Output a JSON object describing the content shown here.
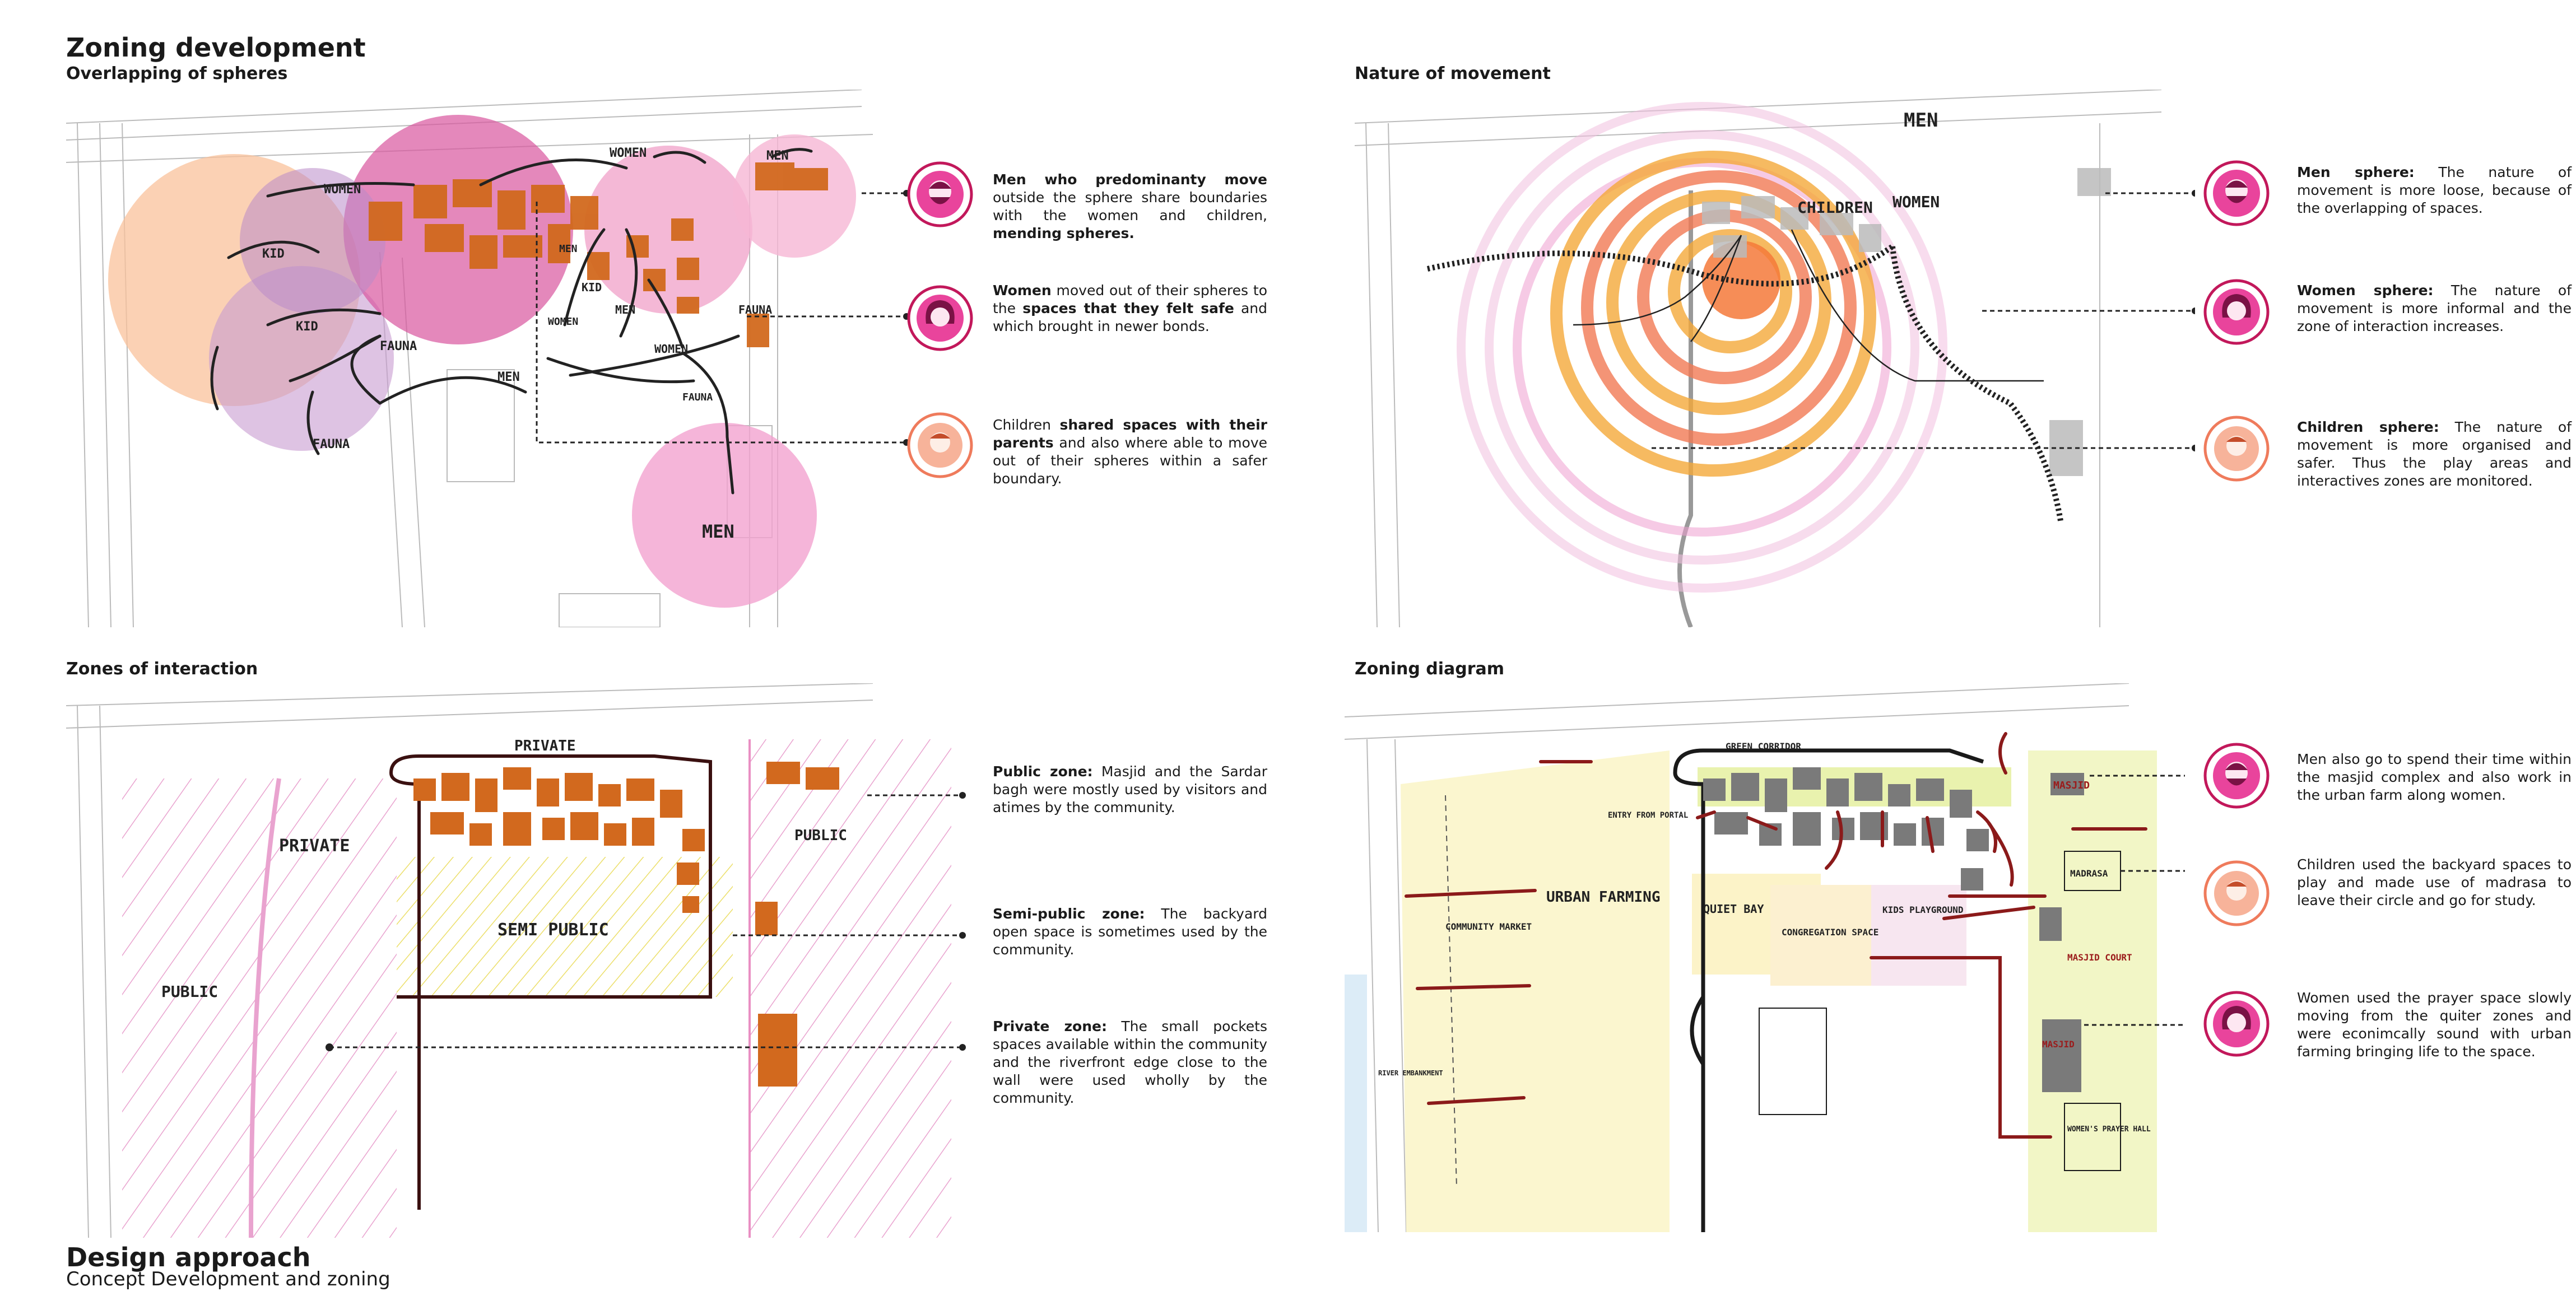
{
  "header": {
    "title": "Zoning development",
    "subtitle": "Overlapping of spheres"
  },
  "footer": {
    "title": "Design approach",
    "subtitle": "Concept Development and zoning"
  },
  "panels": {
    "overlap": {
      "labels": [
        "WOMEN",
        "WOMEN",
        "MEN",
        "KID",
        "KID",
        "FAUNA",
        "FAUNA",
        "MEN",
        "MEN",
        "KID",
        "MEN",
        "WOMEN",
        "FAUNA",
        "FAUNA",
        "MEN",
        "WOMEN"
      ],
      "notes": [
        {
          "lead": "Men who predominanty move",
          "text": " outside the sphere share boundaries with the women and children, ",
          "tail": "mending spheres."
        },
        {
          "lead": "Women",
          "text": " moved out of their spheres to the ",
          "tail": "spaces that they felt safe",
          "rest": " and which brought in newer bonds."
        },
        {
          "lead": "Children ",
          "text": "shared spaces with their parents",
          "rest": " and also where able to move out of their spheres within a safer boundary."
        }
      ]
    },
    "movement": {
      "title": "Nature of movement",
      "labels": [
        "MEN",
        "CHILDREN",
        "WOMEN"
      ],
      "notes": [
        {
          "lead": "Men sphere:",
          "text": " The nature of movement is more loose, because of the overlapping of spaces."
        },
        {
          "lead": "Women sphere:",
          "text": " The nature of movement is more informal and the zone of interaction increases."
        },
        {
          "lead": "Children sphere:",
          "text": " The nature of movement is more organised and safer. Thus the play areas and interactives zones are monitored."
        }
      ]
    },
    "interaction": {
      "title": "Zones of interaction",
      "labels": [
        "PRIVATE",
        "PRIVATE",
        "PUBLIC",
        "PUBLIC",
        "SEMI PUBLIC"
      ],
      "notes": [
        {
          "lead": "Public zone:",
          "text": " Masjid and the Sardar bagh were mostly used by visitors and atimes by the community."
        },
        {
          "lead": "Semi-public zone:",
          "text": " The backyard open space is sometimes used by the community."
        },
        {
          "lead": "Private zone:",
          "text": " The small pockets spaces available within the community and the riverfront edge close to the wall were used wholly by the community."
        }
      ]
    },
    "zoning": {
      "title": "Zoning diagram",
      "labels": [
        "GREEN CORRIDOR",
        "ENTRY FROM PORTAL",
        "URBAN FARMING",
        "COMMUNITY MARKET",
        "QUIET BAY",
        "CONGREGATION SPACE",
        "KIDS PLAYGROUND",
        "MASJID",
        "MADRASA",
        "MASJID COURT",
        "MASJID",
        "WOMEN'S PRAYER HALL",
        "RIVER EMBANKMENT"
      ],
      "notes": [
        {
          "text": "Men also go to spend their time within the masjid complex and also work in the urban farm along women."
        },
        {
          "text": "Children used the backyard spaces to play and made use of madrasa to leave their circle and go for study."
        },
        {
          "text": "Women used the prayer space slowly moving from the quiter zones and were econimcally sound with urban farming bringing life to the space."
        }
      ]
    }
  },
  "colors": {
    "men": "#e9449c",
    "women": "#c2185b",
    "children": "#ef7b5c",
    "building": "#d2691e",
    "arrow": "#8b1a1a"
  }
}
